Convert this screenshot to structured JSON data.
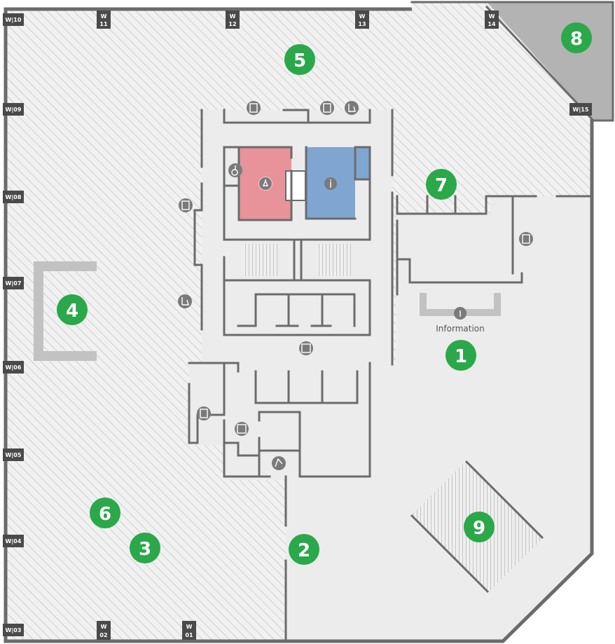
{
  "gates": {
    "w10": "W|10",
    "w11_top": "W",
    "w11_bot": "11",
    "w12_top": "W",
    "w12_bot": "12",
    "w13_top": "W",
    "w13_bot": "13",
    "w14_top": "W",
    "w14_bot": "14",
    "w15": "W|15",
    "w09": "W|09",
    "w08": "W|08",
    "w07": "W|07",
    "w06": "W|06",
    "w05": "W|05",
    "w04": "W|04",
    "w03": "W|03",
    "w02_top": "W",
    "w02_bot": "02",
    "w01_top": "W",
    "w01_bot": "01"
  },
  "markers": {
    "m1": "1",
    "m2": "2",
    "m3": "3",
    "m4": "4",
    "m5": "5",
    "m6": "6",
    "m7": "7",
    "m8": "8",
    "m9": "9"
  },
  "information_label": "Information",
  "colors": {
    "hatch_area": "#f0f0f0",
    "floor": "#ececec",
    "wall": "#6b6b6b",
    "women_room": "#e8929a",
    "men_room": "#7fa6d0",
    "marker": "#2aa84a",
    "gate_box": "#4a4a4a",
    "zone8": "#b3b3b3",
    "stage": "#c2c2c2"
  },
  "icons": [
    "restroom-women-icon",
    "restroom-men-icon",
    "wheelchair-icon",
    "information-icon",
    "elevator-icon",
    "atm-icon",
    "phone-icon",
    "stairs-icon"
  ]
}
